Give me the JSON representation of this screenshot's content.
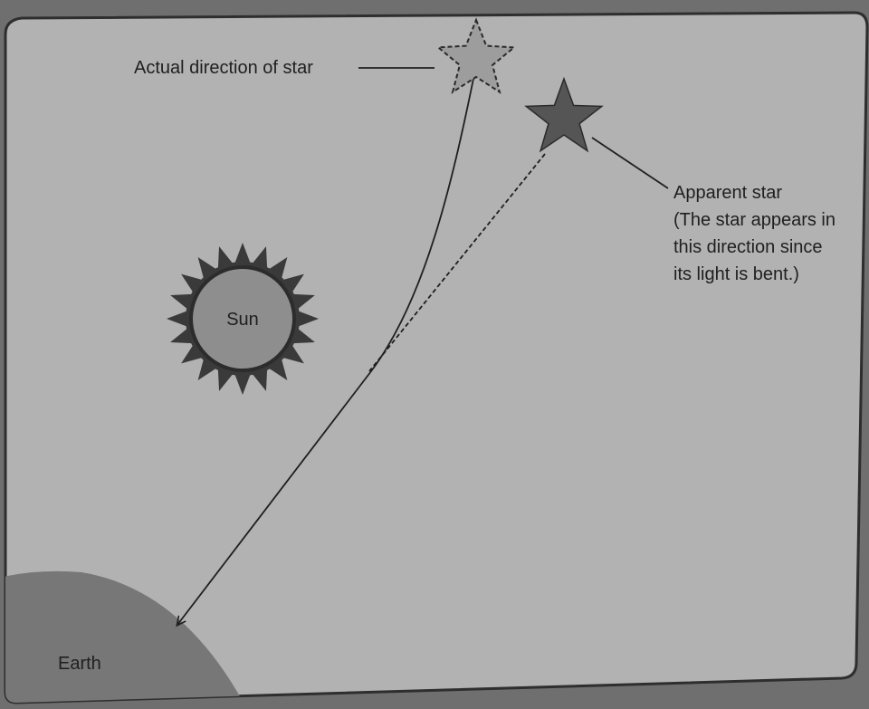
{
  "diagram": {
    "labels": {
      "actual_direction": "Actual direction of star",
      "apparent_star": "Apparent star",
      "apparent_note_line1": "(The star appears in",
      "apparent_note_line2": "this direction since",
      "apparent_note_line3": "its light is bent.)",
      "sun": "Sun",
      "earth": "Earth"
    },
    "colors": {
      "panel": "#b2b2b2",
      "panel_border": "#2e2e2e",
      "sun_fill": "#8e8e8e",
      "sun_rays": "#3a3a3a",
      "earth_fill": "#777777",
      "apparent_star_fill": "#555555",
      "actual_star_fill": "#9d9d9d"
    }
  }
}
